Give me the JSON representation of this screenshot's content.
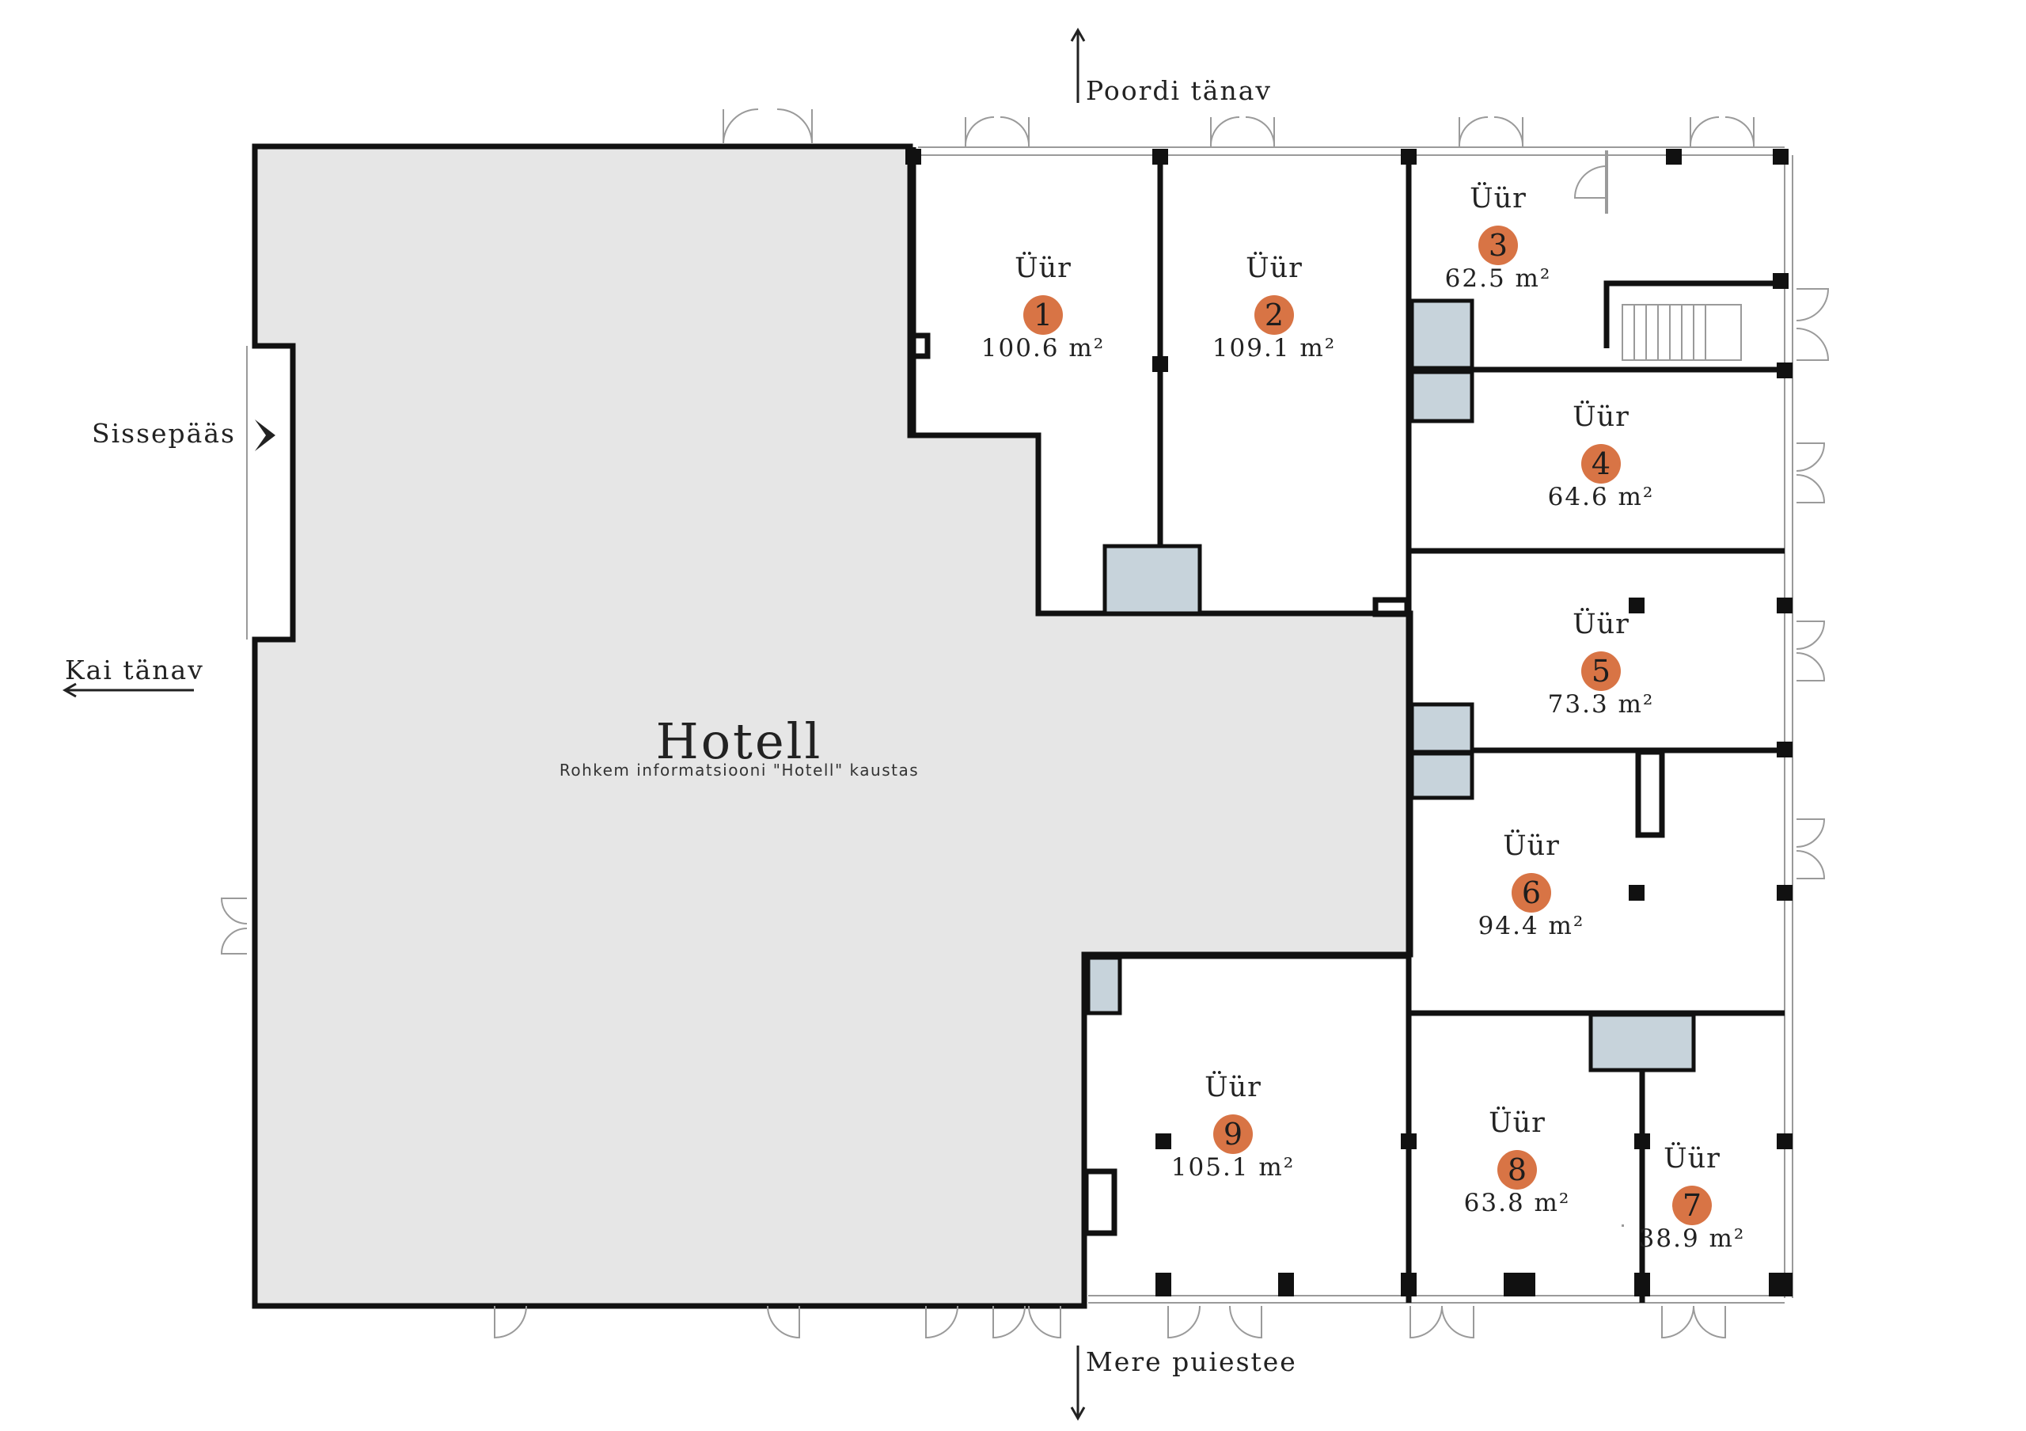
{
  "streets": {
    "north": "Poordi tänav",
    "south": "Mere puiestee",
    "west": "Kai tänav"
  },
  "entrance": {
    "label": "Sissepääs",
    "icon": "chevron-right-icon"
  },
  "hotel": {
    "title": "Hotell",
    "subtitle": "Rohkem informatsiooni \"Hotell\" kaustas"
  },
  "units": [
    {
      "label": "Üür",
      "number": "1",
      "area": "100.6 m²"
    },
    {
      "label": "Üür",
      "number": "2",
      "area": "109.1 m²"
    },
    {
      "label": "Üür",
      "number": "3",
      "area": "62.5 m²"
    },
    {
      "label": "Üür",
      "number": "4",
      "area": "64.6 m²"
    },
    {
      "label": "Üür",
      "number": "5",
      "area": "73.3 m²"
    },
    {
      "label": "Üür",
      "number": "6",
      "area": "94.4 m²"
    },
    {
      "label": "Üür",
      "number": "7",
      "area": "38.9 m²"
    },
    {
      "label": "Üür",
      "number": "8",
      "area": "63.8 m²"
    },
    {
      "label": "Üür",
      "number": "9",
      "area": "105.1 m²"
    }
  ],
  "colors": {
    "accent": "#d87445",
    "hotel_fill": "#e6e6e6",
    "wc_fill": "#c7d3db",
    "wall": "#111111"
  }
}
